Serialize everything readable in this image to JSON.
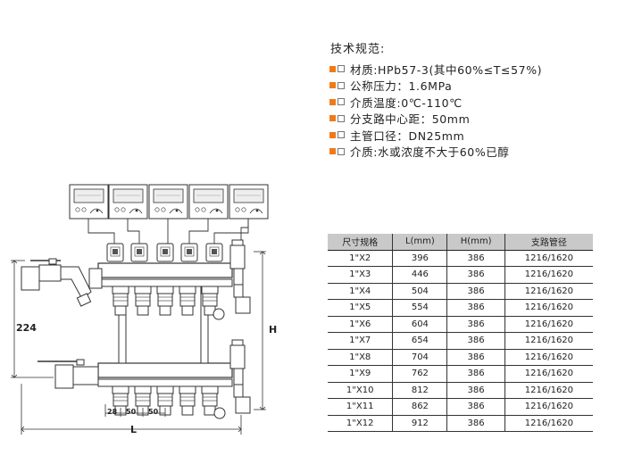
{
  "specs": {
    "title": "技术规范:",
    "items": [
      "材质:HPb57-3(其中60%≤T≤57%)",
      "公称压力：1.6MPa",
      "介质温度:0℃-110℃",
      "分支路中心距：50mm",
      "主管口径：DN25mm",
      "介质:水或浓度不大于60%已醇"
    ]
  },
  "table": {
    "headers": [
      "尺寸规格",
      "L(mm)",
      "H(mm)",
      "支路管径"
    ],
    "rows": [
      [
        "1\"X2",
        "396",
        "386",
        "1216/1620"
      ],
      [
        "1\"X3",
        "446",
        "386",
        "1216/1620"
      ],
      [
        "1\"X4",
        "504",
        "386",
        "1216/1620"
      ],
      [
        "1\"X5",
        "554",
        "386",
        "1216/1620"
      ],
      [
        "1\"X6",
        "604",
        "386",
        "1216/1620"
      ],
      [
        "1\"X7",
        "654",
        "386",
        "1216/1620"
      ],
      [
        "1\"X8",
        "704",
        "386",
        "1216/1620"
      ],
      [
        "1\"X9",
        "762",
        "386",
        "1216/1620"
      ],
      [
        "1\"X10",
        "812",
        "386",
        "1216/1620"
      ],
      [
        "1\"X11",
        "862",
        "386",
        "1216/1620"
      ],
      [
        "1\"X12",
        "912",
        "386",
        "1216/1620"
      ]
    ]
  },
  "diagram": {
    "dim_224": "224",
    "dim_H": "H",
    "dim_L": "L",
    "dim_28": "28",
    "dim_50a": "50",
    "dim_50b": "50"
  },
  "colors": {
    "bullet": "#f07a1a",
    "header_bg": "#c9c9c9"
  }
}
